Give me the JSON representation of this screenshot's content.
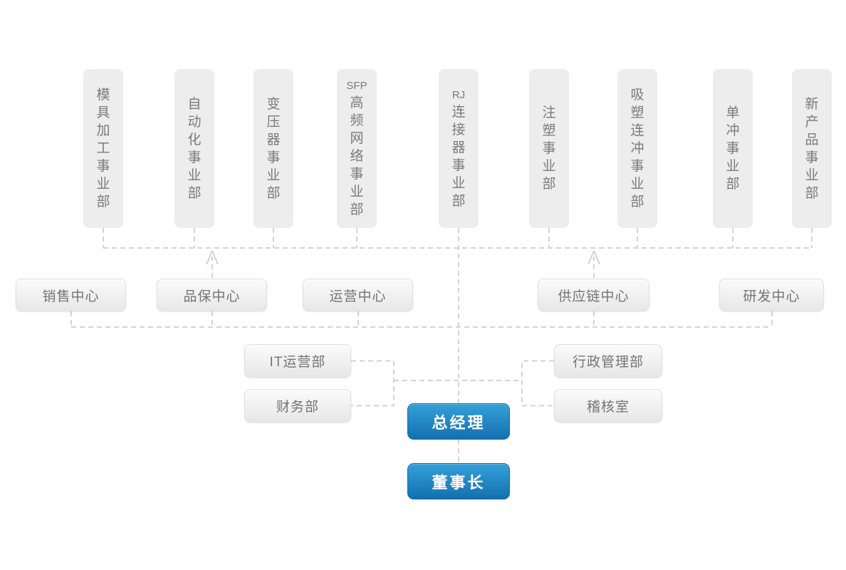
{
  "org_chart": {
    "business_units": [
      {
        "prefix": "",
        "label": "模具加工事业部"
      },
      {
        "prefix": "",
        "label": "自动化事业部"
      },
      {
        "prefix": "",
        "label": "变压器事业部"
      },
      {
        "prefix": "SFP",
        "label": "高频网络事业部"
      },
      {
        "prefix": "RJ",
        "label": "连接器事业部"
      },
      {
        "prefix": "",
        "label": "注塑事业部"
      },
      {
        "prefix": "",
        "label": "吸塑连冲事业部"
      },
      {
        "prefix": "",
        "label": "单冲事业部"
      },
      {
        "prefix": "",
        "label": "新产品事业部"
      }
    ],
    "centers": [
      "销售中心",
      "品保中心",
      "运营中心",
      "供应链中心",
      "研发中心"
    ],
    "staff_departments_left": [
      "IT运营部",
      "财务部"
    ],
    "staff_departments_right": [
      "行政管理部",
      "稽核室"
    ],
    "general_manager": "总经理",
    "chairman": "董事长"
  },
  "colors": {
    "connector_line": "#d3d3d3",
    "unit_box_fill": "#ededee",
    "unit_box_text": "#7a7a7a",
    "gray_box_gradient_top": "#fbfbfb",
    "gray_box_gradient_bottom": "#e7e7e7",
    "gray_box_border": "#e0e0e0",
    "gray_box_text": "#747474",
    "executive_gradient_top": "#34a0d9",
    "executive_gradient_bottom": "#1470b0",
    "executive_border": "#1668a5",
    "executive_text": "#ffffff"
  }
}
